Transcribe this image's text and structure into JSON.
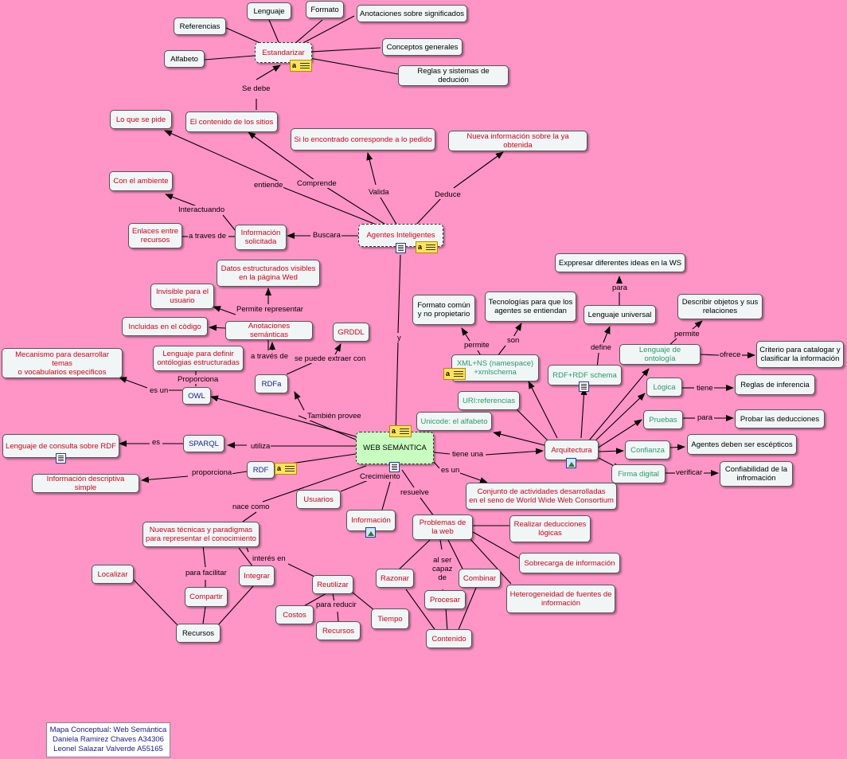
{
  "diagram": {
    "nodes": {
      "estandarizar": "Estandarizar",
      "lenguaje": "Lenguaje",
      "formato": "Formato",
      "anotaciones_significados": "Anotaciones sobre significados",
      "referencias": "Referencias",
      "conceptos_generales": "Conceptos generales",
      "alfabeto": "Alfabeto",
      "reglas_deducion": "Reglas y sistemas de dedución",
      "lo_que_se_pide": "Lo que se pide",
      "contenido_sitios": "El contenido de los sitios",
      "si_lo_encontrado": "Si lo encontrado corresponde a lo pedido",
      "nueva_informacion": "Nueva información sobre la ya obtenida",
      "con_el_ambiente": "Con el ambiente",
      "agentes_inteligentes": "Agentes Inteligentes",
      "enlaces_recursos": "Enlaces entre\nrecursos",
      "informacion_solicitada": "Información\nsolicitada",
      "datos_estructurados": "Datos estructurados visibles\nen la página Wed",
      "invisible_usuario": "Invisible para el\nusuario",
      "incluidas_codigo": "Incluidas en el còdigo",
      "anotaciones_semanticas": "Anotaciones semánticas",
      "grddl": "GRDDL",
      "lenguaje_ontologias": "Lenguaje para definir\nontólogias estructuradas",
      "rdfa": "RDFa",
      "mecanismo": "Mecanismo para desarrollar temas\no vocabularios especificos",
      "owl": "OWL",
      "sparql": "SPARQL",
      "lenguaje_consulta": "Lenguaje de consulta sobre RDF",
      "rdf": "RDF",
      "informacion_descriptiva": "Información descriptiva simple",
      "web_semantica": "WEB SEMÁNTICA",
      "formato_comun": "Formato común\ny no propietario",
      "tecnologias": "Tecnologías para que los\nagentes se entiendan",
      "exppresar_ideas": "Exppresar diferentes ideas en la WS",
      "lenguaje_universal": "Lenguaje universal",
      "describir_objetos": "Describir objetos y sus\nrelaciones",
      "xml_ns": "XML+NS (namespace)\n+xmlschema",
      "rdf_schema": "RDF+RDF schema",
      "lenguaje_ontologia": "Lenguaje de ontología",
      "criterio": "Criterio para catalogar y\nclasificar la información",
      "uri": "URI:referencias",
      "logica": "Lógica",
      "reglas_inferencia": "Reglas de inferencia",
      "unicode": "Unicode: el alfabeto",
      "pruebas": "Pruebas",
      "probar_deducciones": "Probar las deducciones",
      "arquitectura": "Arquitectura",
      "confianza": "Confianza",
      "agentes_escepticos": "Agentes deben ser escépticos",
      "firma_digital": "Firma digital",
      "confiabilidad": "Confiabilidad de la\ninfromación",
      "conjunto_actividades": "Conjunto de actividades desarrolladas\nen el seno de World Wide Web Consortium",
      "usuarios": "Usuarios",
      "informacion": "Información",
      "problemas_web": "Problemas de\nla web",
      "realizar_deducciones": "Realizar deducciones\nlógicas",
      "sobrecarga": "Sobrecarga de información",
      "heterogeneidad": "Heterogeneidad de fuentes de\ninformación",
      "nuevas_tecnicas": "Nuevas técnicas y paradigmas\npara representar el conocimiento",
      "localizar": "Localizar",
      "integrar": "Integrar",
      "compartir": "Compartir",
      "reutilizar": "Reutilizar",
      "recursos_left": "Recursos",
      "costos": "Costos",
      "recursos_mid": "Recursos",
      "tiempo": "Tiempo",
      "razonar": "Razonar",
      "procesar": "Procesar",
      "combinar": "Combinar",
      "contenido": "Contenido"
    },
    "labels": {
      "se_debe": "Se debe",
      "entiende": "entiende",
      "comprende": "Comprende",
      "valida": "Valida",
      "deduce": "Deduce",
      "interactuando": "Interactuando",
      "a_traves_de_1": "a traves de",
      "buscara": "Buscara",
      "y": "y",
      "permite_representar": "Permite representar",
      "a_traves_de_2": "a través de",
      "se_puede_extraer": "se puede extraer con",
      "proporciona_owl": "Proporciona",
      "es_un_owl": "es un",
      "tambien_provee": "También provee",
      "utiliza": "utiliza",
      "es_sparql": "es",
      "proporciona_rdf": "proporciona",
      "permite_xml": "permite",
      "son": "son",
      "para": "para",
      "define": "define",
      "permite_onto": "permite",
      "ofrece": "ofrece",
      "tiene": "tiene",
      "para_pruebas": "para",
      "verificar": "verificar",
      "tiene_una": "tiene una",
      "es_un_ws": "es un",
      "crecimiento": "Crecimiento",
      "resuelve": "resuelve",
      "nace_como": "nace como",
      "interes_en": "interés en",
      "para_facilitar": "para facilitar",
      "para_reducir": "para reducir",
      "al_ser_capaz": "al ser\ncapaz\nde"
    }
  },
  "credits": {
    "line1": "Mapa Conceptual: Web Semántica",
    "line2": "Daniela Ramirez Chaves A34306",
    "line3": "Leonel Salazar Valverde A55165"
  },
  "colors": {
    "background": "#ff94c6",
    "node_fill": "#f0f6f6",
    "central_fill": "#c8ffc0",
    "red_text": "#d2001a",
    "green_text": "#2a9a6a",
    "blue_text": "#1a1a8c"
  }
}
